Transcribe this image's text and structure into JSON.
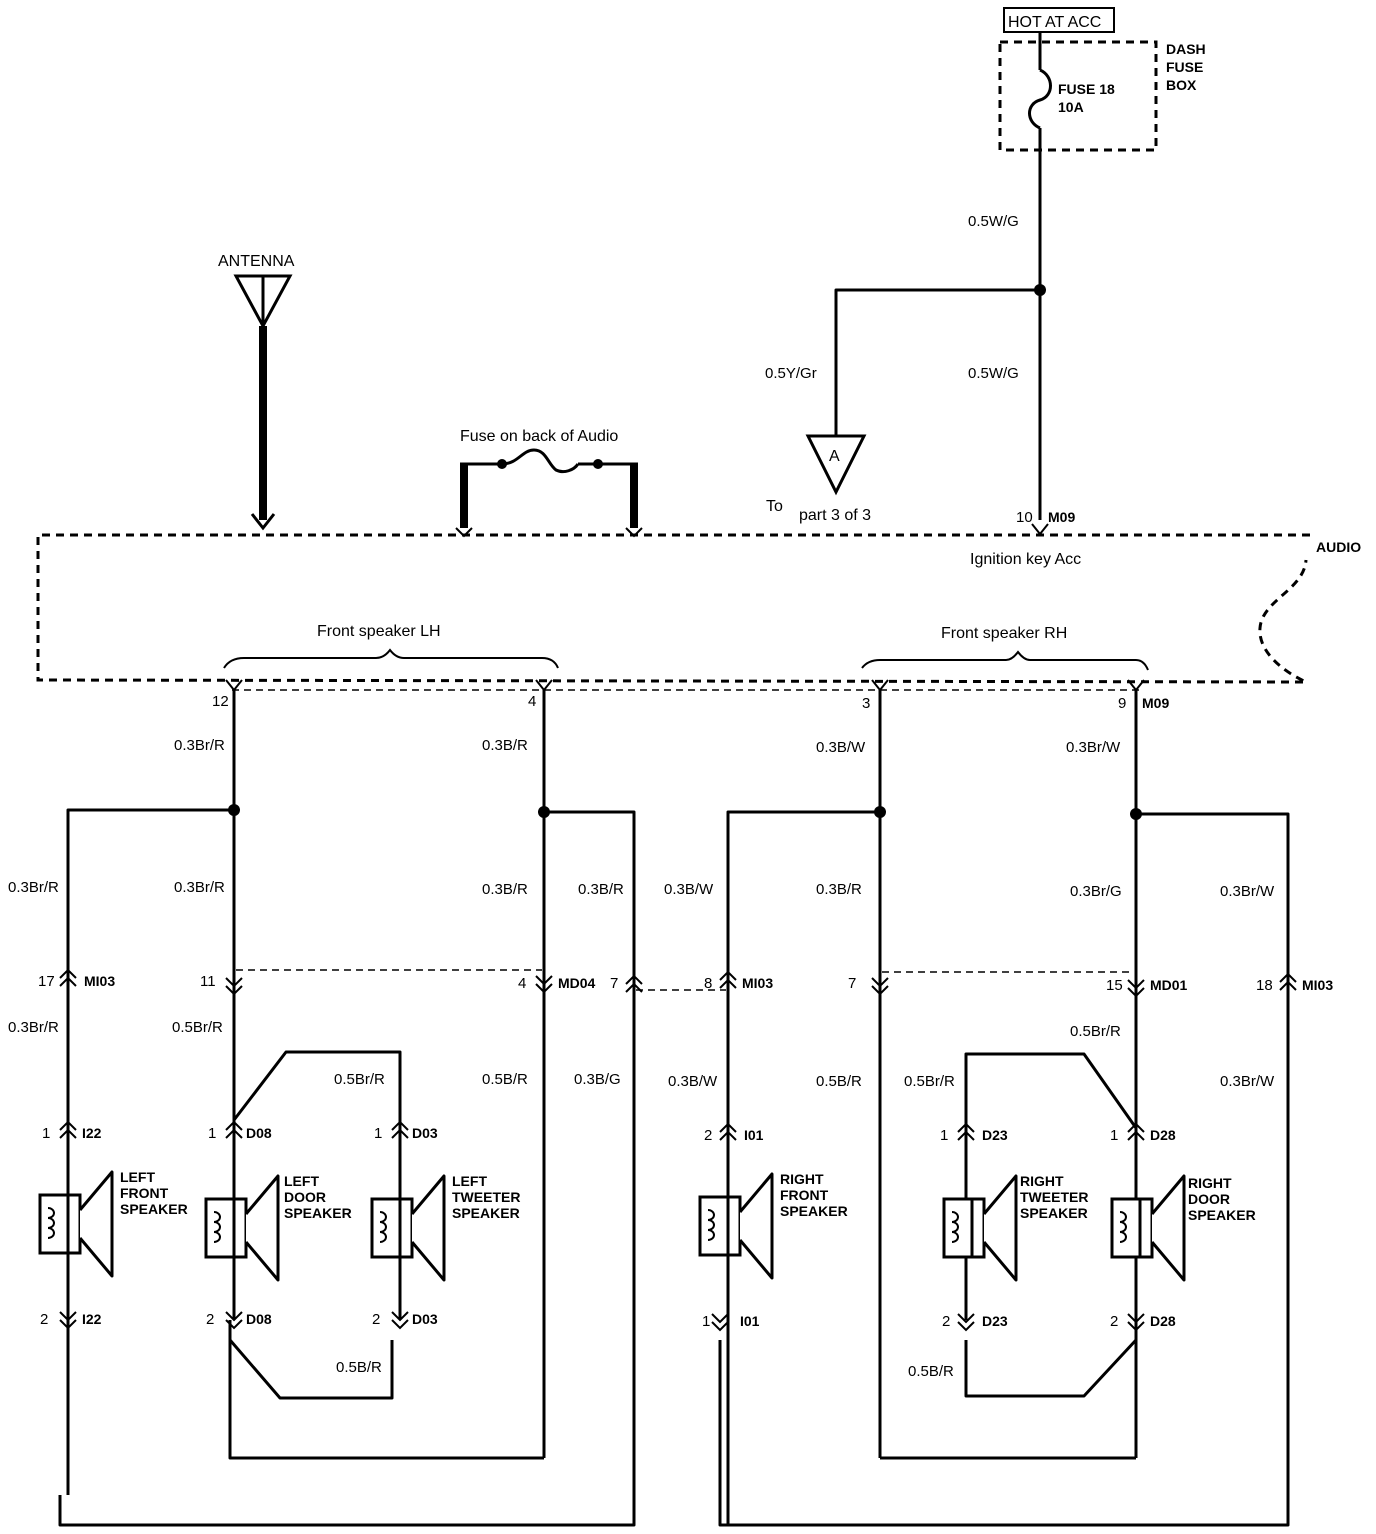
{
  "sources": {
    "hot": "HOT AT ACC",
    "fuse_box": [
      "DASH",
      "FUSE",
      "BOX"
    ],
    "fuse": [
      "FUSE 18",
      "10A"
    ],
    "antenna": "ANTENNA",
    "audio_fuse": "Fuse on back of Audio",
    "connector_a": "A",
    "to": "To",
    "part": "part 3 of 3"
  },
  "audio": {
    "name": "AUDIO",
    "ignition": "Ignition key Acc",
    "front_lh": "Front speaker LH",
    "front_rh": "Front speaker RH"
  },
  "wires": {
    "w1": "0.5W/G",
    "w2": "0.5Y/Gr",
    "w3": "0.5W/G",
    "p12": "0.3Br/R",
    "p4": "0.3B/R",
    "p3": "0.3B/W",
    "p9": "0.3Br/W",
    "lf_up": "0.3Br/R",
    "ld_up": "0.3Br/R",
    "md04_up": "0.3B/R",
    "lt_up": "0.3B/R",
    "rf_up": "0.3B/W",
    "rd7_up": "0.3B/R",
    "md01_up": "0.3Br/G",
    "rt_up": "0.3Br/W",
    "lf_low": "0.3Br/R",
    "ld_low": "0.5Br/R",
    "ldt_jump": "0.5Br/R",
    "md04_low": "0.5B/R",
    "p7_low": "0.3B/G",
    "rf_low": "0.3B/W",
    "rd7_low": "0.5B/R",
    "rt_jump": "0.5Br/R",
    "md01_low": "0.5Br/R",
    "rt_low": "0.3Br/W",
    "l_bottom": "0.5B/R",
    "r_bottom": "0.5B/R"
  },
  "pins": {
    "p10": "10",
    "m09a": "M09",
    "p12": "12",
    "p4": "4",
    "p3": "3",
    "p9": "9",
    "m09b": "M09",
    "c17": "17",
    "mi03a": "MI03",
    "c11": "11",
    "c4": "4",
    "md04": "MD04",
    "c7a": "7",
    "c8": "8",
    "mi03b": "MI03",
    "c7b": "7",
    "c15": "15",
    "md01": "MD01",
    "c18": "18",
    "mi03c": "MI03",
    "i22a_p": "1",
    "i22a": "I22",
    "d08a_p": "1",
    "d08a": "D08",
    "d03a_p": "1",
    "d03a": "D03",
    "i01a_p": "2",
    "i01a": "I01",
    "d23a_p": "1",
    "d23a": "D23",
    "d28a_p": "1",
    "d28a": "D28",
    "i22b_p": "2",
    "i22b": "I22",
    "d08b_p": "2",
    "d08b": "D08",
    "d03b_p": "2",
    "d03b": "D03",
    "i01b_p": "1",
    "i01b": "I01",
    "d23b_p": "2",
    "d23b": "D23",
    "d28b_p": "2",
    "d28b": "D28"
  },
  "speakers": {
    "lf": [
      "LEFT",
      "FRONT",
      "SPEAKER"
    ],
    "ld": [
      "LEFT",
      "DOOR",
      "SPEAKER"
    ],
    "lt": [
      "LEFT",
      "TWEETER",
      "SPEAKER"
    ],
    "rf": [
      "RIGHT",
      "FRONT",
      "SPEAKER"
    ],
    "rt": [
      "RIGHT",
      "TWEETER",
      "SPEAKER"
    ],
    "rd": [
      "RIGHT",
      "DOOR",
      "SPEAKER"
    ]
  }
}
